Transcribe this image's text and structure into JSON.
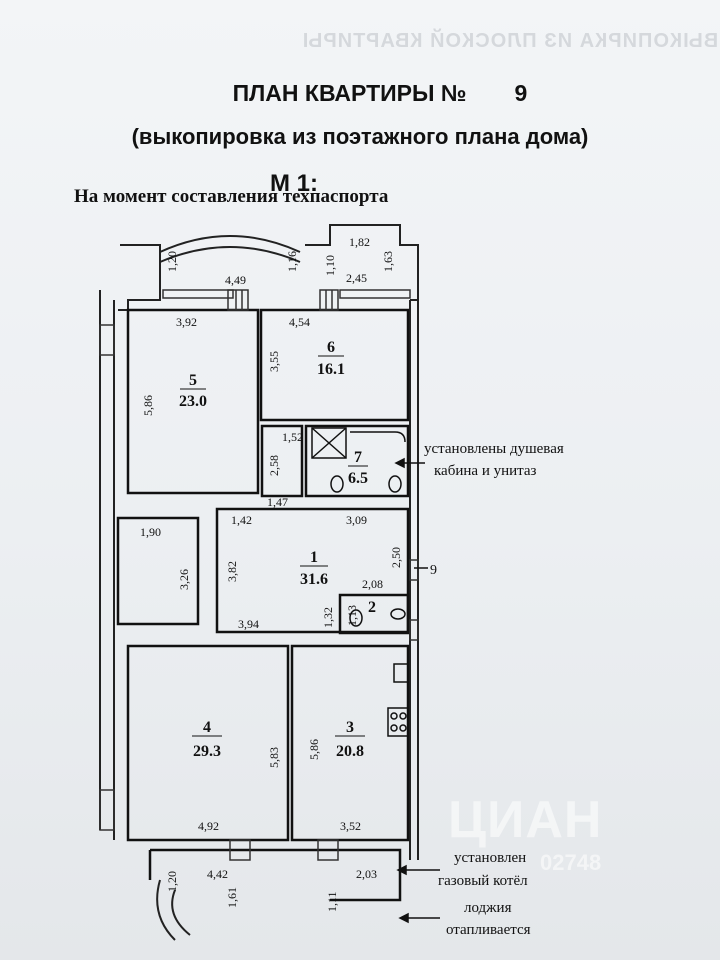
{
  "header": {
    "ghost_text": "ВЫКОПИРКА ИЗ ПЛОСКОЙ КВАРТИРЫ",
    "title_prefix": "ПЛАН КВАРТИРЫ №",
    "apartment_no": "9",
    "subtitle": "(выкопировка из поэтажного плана дома)",
    "scale": "М 1:",
    "moment": "На момент составления техпаспорта"
  },
  "rooms": [
    {
      "id": "1",
      "area": "31.6"
    },
    {
      "id": "2",
      "area": ""
    },
    {
      "id": "3",
      "area": "20.8"
    },
    {
      "id": "4",
      "area": "29.3"
    },
    {
      "id": "5",
      "area": "23.0"
    },
    {
      "id": "6",
      "area": "16.1"
    },
    {
      "id": "7",
      "area": "6.5"
    }
  ],
  "dimensions": {
    "d_1_20_top": "1,20",
    "d_4_49": "4,49",
    "d_1_16": "1,16",
    "d_1_10_top": "1,10",
    "d_1_82": "1,82",
    "d_2_45": "2,45",
    "d_1_63": "1,63",
    "d_3_92": "3,92",
    "d_4_54": "4,54",
    "d_5_86_r5": "5,86",
    "d_3_55": "3,55",
    "d_1_52": "1,52",
    "d_2_58": "2,58",
    "d_1_47": "1,47",
    "d_1_42": "1,42",
    "d_3_09": "3,09",
    "d_1_90": "1,90",
    "d_3_26": "3,26",
    "d_3_82": "3,82",
    "d_2_50": "2,50",
    "d_9": "9",
    "d_2_08": "2,08",
    "d_1_13": "1,13",
    "d_1_32": "1,32",
    "d_3_94": "3,94",
    "d_5_83": "5,83",
    "d_5_86_r3": "5,86",
    "d_4_92": "4,92",
    "d_3_52": "3,52",
    "d_1_20_bot": "1,20",
    "d_4_42": "4,42",
    "d_1_61": "1,61",
    "d_1_11": "1,11",
    "d_2_03": "2,03"
  },
  "notes": {
    "shower_line1": "установлены душевая",
    "shower_line2": "кабина и унитаз",
    "boiler_line1": "установлен",
    "boiler_line2": "газовый котёл",
    "loggia_line1": "лоджия",
    "loggia_line2": "отапливается"
  },
  "watermark": {
    "brand": "ЦИАН",
    "code": "02748"
  }
}
